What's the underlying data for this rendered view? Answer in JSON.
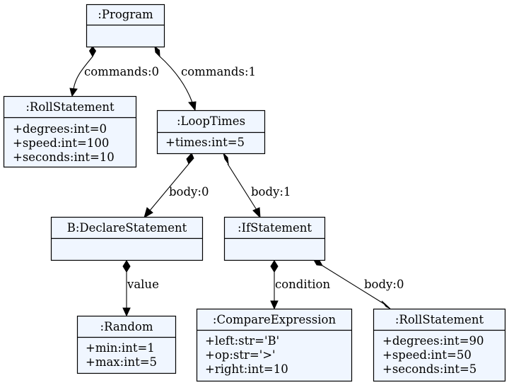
{
  "nodes": {
    "program": {
      "title": ":Program",
      "attrs": []
    },
    "roll1": {
      "title": ":RollStatement",
      "attrs": [
        "+degrees:int=0",
        "+speed:int=100",
        "+seconds:int=10"
      ]
    },
    "loop": {
      "title": ":LoopTimes",
      "attrs": [
        "+times:int=5"
      ]
    },
    "declare": {
      "title": "B:DeclareStatement",
      "attrs": []
    },
    "ifstmt": {
      "title": ":IfStatement",
      "attrs": []
    },
    "random": {
      "title": ":Random",
      "attrs": [
        "+min:int=1",
        "+max:int=5"
      ]
    },
    "compare": {
      "title": ":CompareExpression",
      "attrs": [
        "+left:str='B'",
        "+op:str='>'",
        "+right:int=10"
      ]
    },
    "roll2": {
      "title": ":RollStatement",
      "attrs": [
        "+degrees:int=90",
        "+speed:int=50",
        "+seconds:int=5"
      ]
    }
  },
  "edges": {
    "program_roll1": {
      "label": "commands:0"
    },
    "program_loop": {
      "label": "commands:1"
    },
    "loop_declare": {
      "label": "body:0"
    },
    "loop_if": {
      "label": "body:1"
    },
    "declare_random": {
      "label": "value"
    },
    "if_compare": {
      "label": "condition"
    },
    "if_roll2": {
      "label": "body:0"
    }
  }
}
